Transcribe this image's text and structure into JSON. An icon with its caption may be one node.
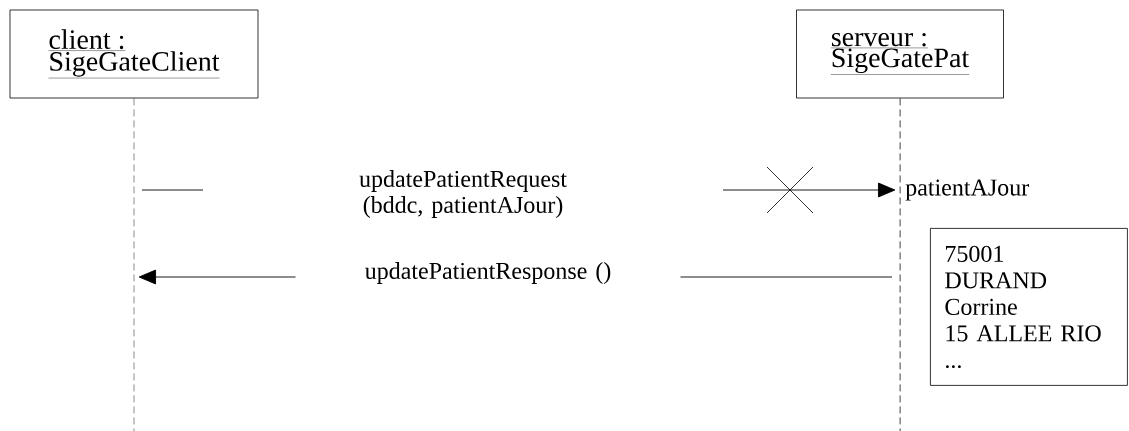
{
  "diagram": {
    "nodes": [
      {
        "text": [
          "client : SigeGateClient"
        ]
      },
      {
        "text": [
          "serveur : SigeGatePat"
        ]
      },
      {
        "text": [
          "75001",
          "DURAND",
          "Corrine",
          "15 ALLEE RIO",
          "..."
        ]
      }
    ],
    "edges": [
      {
        "from": 0,
        "to": 1,
        "arrow": "to",
        "label": "updatePatientRequest (bddc, patientAJour)"
      },
      {
        "from": 1,
        "to": 0,
        "arrow": "to",
        "label": "updatePatientResponse ()"
      }
    ],
    "labels": [
      "patientAJour"
    ]
  }
}
